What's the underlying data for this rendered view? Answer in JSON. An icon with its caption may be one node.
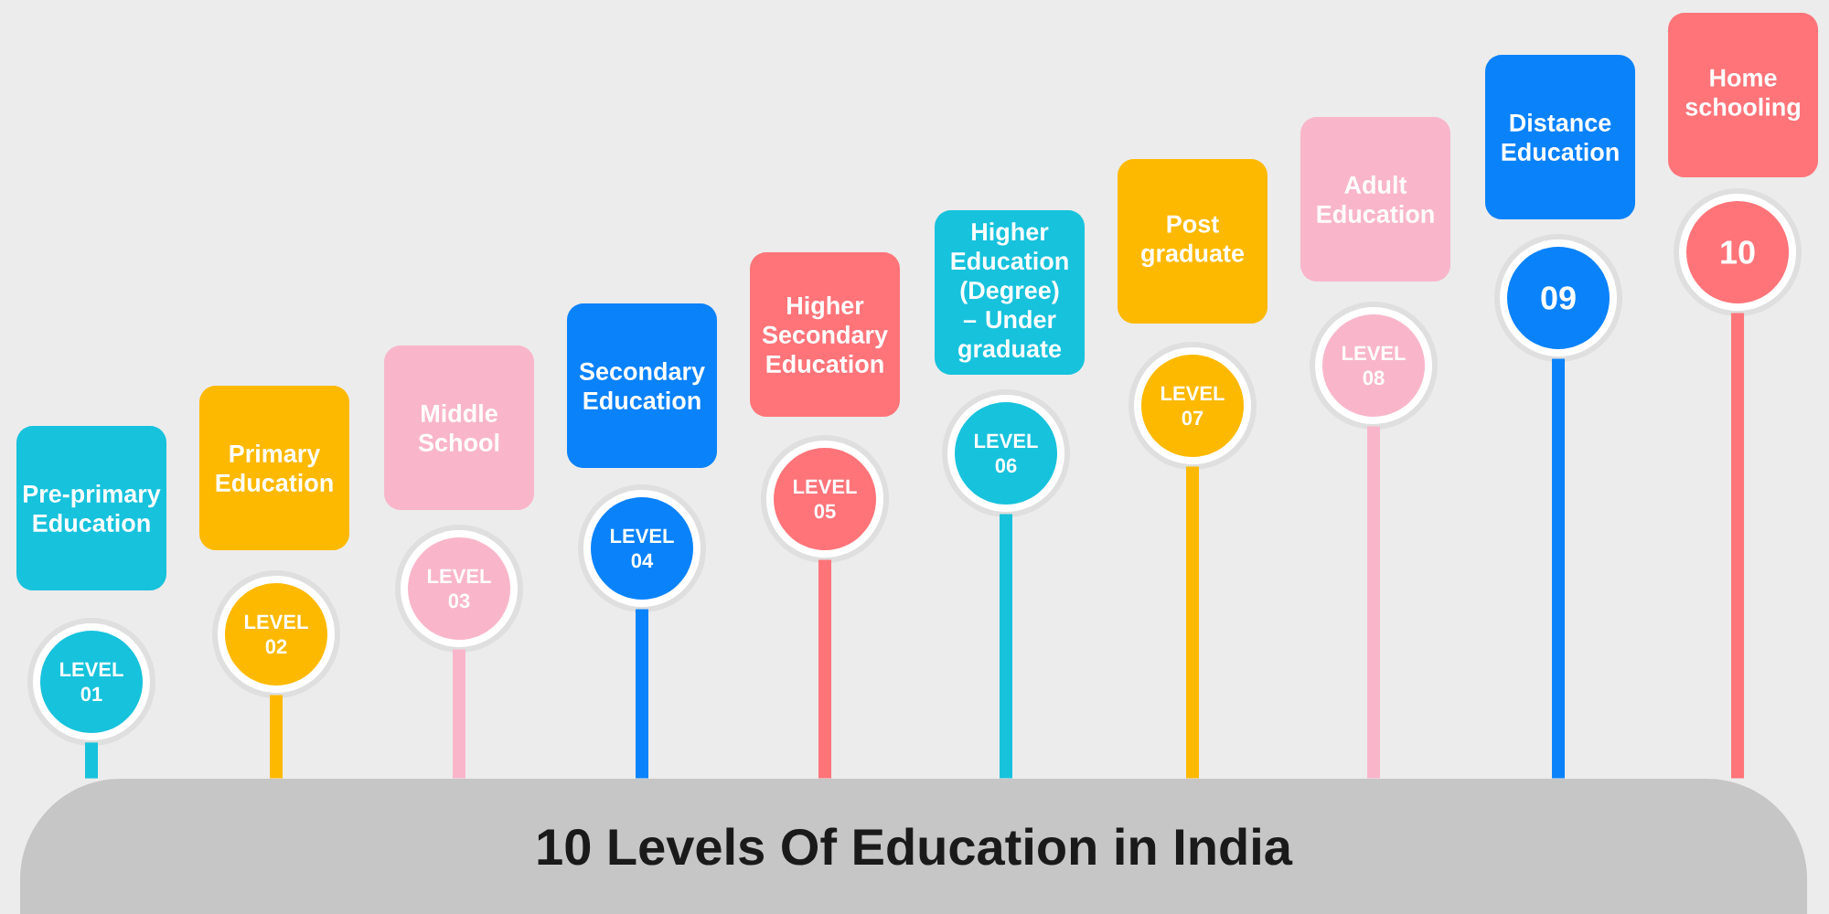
{
  "diagram": {
    "nodes": [
      {
        "text": [
          "Pre-primary Education"
        ]
      },
      {
        "text": [
          "LEVEL 01"
        ]
      },
      {
        "text": [
          "Primary Education"
        ]
      },
      {
        "text": [
          "LEVEL 02"
        ]
      },
      {
        "text": [
          "Middle School"
        ]
      },
      {
        "text": [
          "LEVEL 03"
        ]
      },
      {
        "text": [
          "Secondary Education"
        ]
      },
      {
        "text": [
          "LEVEL 04"
        ]
      },
      {
        "text": [
          "Higher Secondary Education"
        ]
      },
      {
        "text": [
          "LEVEL 05"
        ]
      },
      {
        "text": [
          "Higher Education (Degree) – Under graduate"
        ]
      },
      {
        "text": [
          "LEVEL 06"
        ]
      },
      {
        "text": [
          "Post graduate"
        ]
      },
      {
        "text": [
          "LEVEL 07"
        ]
      },
      {
        "text": [
          "Adult Education"
        ]
      },
      {
        "text": [
          "LEVEL 08"
        ]
      },
      {
        "text": [
          "Distance Education"
        ]
      },
      {
        "text": [
          "09"
        ]
      },
      {
        "text": [
          "Home schooling"
        ]
      },
      {
        "text": [
          "10"
        ]
      },
      {
        "text": [
          "10 Levels Of Education in India"
        ]
      }
    ],
    "edges": [
      {
        "from": 1,
        "to": 20,
        "arrow": "none",
        "color": "#17c2dc"
      },
      {
        "from": 3,
        "to": 20,
        "arrow": "none",
        "color": "#fdb900"
      },
      {
        "from": 5,
        "to": 20,
        "arrow": "none",
        "color": "#f9b6cb"
      },
      {
        "from": 7,
        "to": 20,
        "arrow": "none",
        "color": "#0a82fa"
      },
      {
        "from": 9,
        "to": 20,
        "arrow": "none",
        "color": "#fe7479"
      },
      {
        "from": 11,
        "to": 20,
        "arrow": "none",
        "color": "#17c2dc"
      },
      {
        "from": 13,
        "to": 20,
        "arrow": "none",
        "color": "#fdb900"
      },
      {
        "from": 15,
        "to": 20,
        "arrow": "none",
        "color": "#f9b6cb"
      },
      {
        "from": 17,
        "to": 20,
        "arrow": "none",
        "color": "#0a82fa"
      },
      {
        "from": 19,
        "to": 20,
        "arrow": "none",
        "color": "#fe7479"
      }
    ]
  }
}
